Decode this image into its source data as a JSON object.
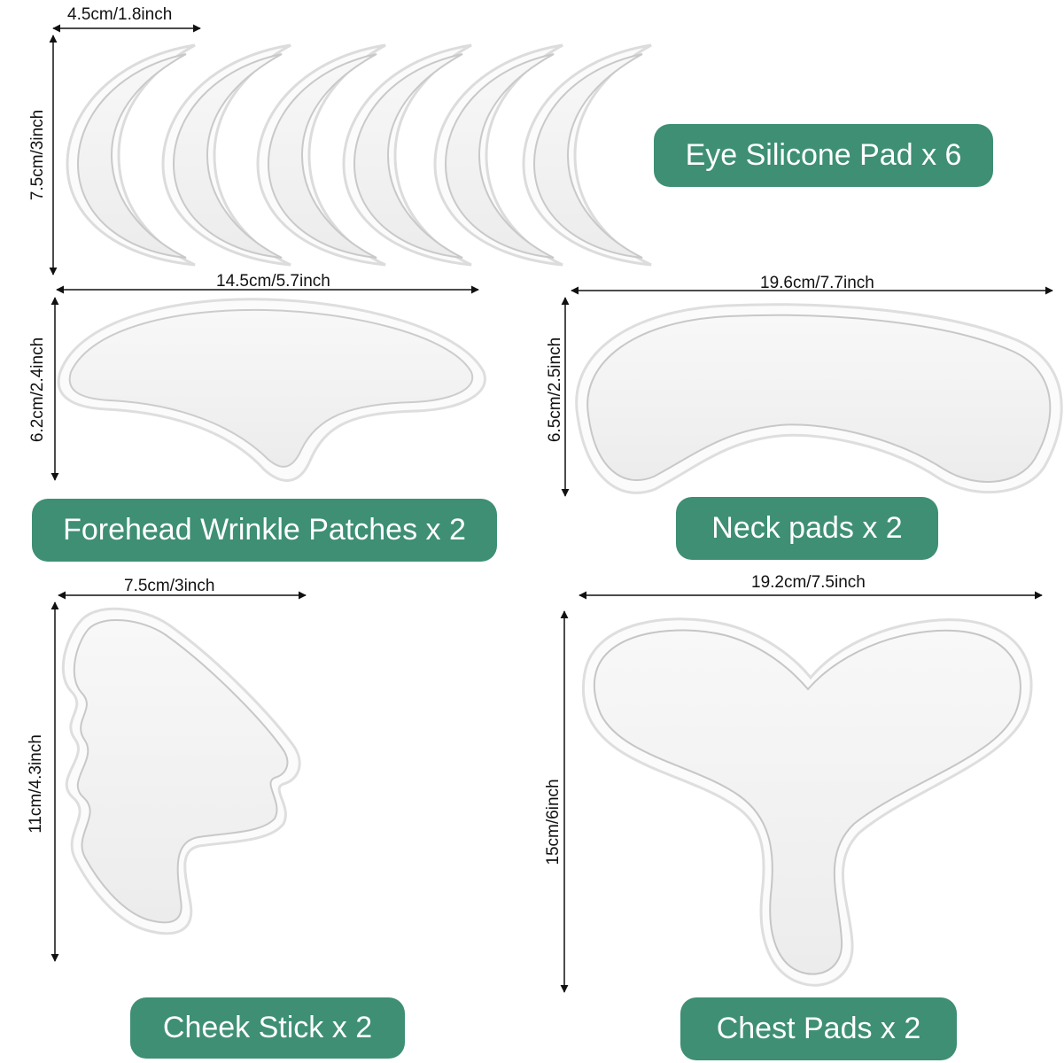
{
  "colors": {
    "badge": "#3e8f74",
    "badge_text": "#ffffff",
    "pad_fill": "#f3f3f3",
    "pad_edge": "#cfcfcf"
  },
  "eye": {
    "label": "Eye Silicone Pad x 6",
    "width": "4.5cm/1.8inch",
    "height": "7.5cm/3inch",
    "count": 6
  },
  "forehead": {
    "label": "Forehead Wrinkle Patches x 2",
    "width": "14.5cm/5.7inch",
    "height": "6.2cm/2.4inch"
  },
  "neck": {
    "label": "Neck pads x 2",
    "width": "19.6cm/7.7inch",
    "height": "6.5cm/2.5inch"
  },
  "cheek": {
    "label": "Cheek Stick x 2",
    "width": "7.5cm/3inch",
    "height": "11cm/4.3inch"
  },
  "chest": {
    "label": "Chest Pads x 2",
    "width": "19.2cm/7.5inch",
    "height": "15cm/6inch"
  }
}
